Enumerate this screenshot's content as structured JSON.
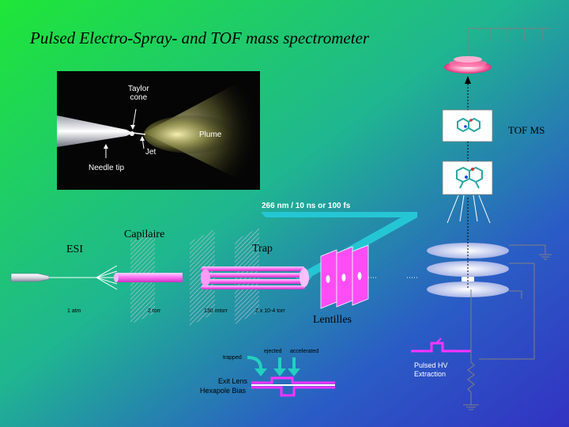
{
  "title": "Pulsed Electro-Spray- and TOF mass spectrometer",
  "photo": {
    "taylor_cone": "Taylor\ncone",
    "plume": "Plume",
    "jet": "Jet",
    "needle_tip": "Needle tip"
  },
  "labels": {
    "laser": "266 nm / 10 ns or 100 fs",
    "tof_ms": "TOF MS",
    "esi": "ESI",
    "capilaire": "Capilaire",
    "trap": "Trap",
    "lentilles": "Lentilles",
    "pulsed_hv": "Pulsed HV\nExtraction"
  },
  "pressures": [
    "1 atm",
    "2 torr",
    "130 mtorr",
    "2 x 10-4 torr"
  ],
  "timing": {
    "trapped": "trapped",
    "ejected": "ejected",
    "accelerated": "accelerated",
    "exit_lens": "Exit Lens",
    "hexapole_bias": "Hexapole Bias"
  },
  "colors": {
    "bg_green": "#22e030",
    "bg_blue": "#2a3ccd",
    "laser": "#26c8d6",
    "magenta": "#ff33ff",
    "plate": "#b2c0e8"
  }
}
